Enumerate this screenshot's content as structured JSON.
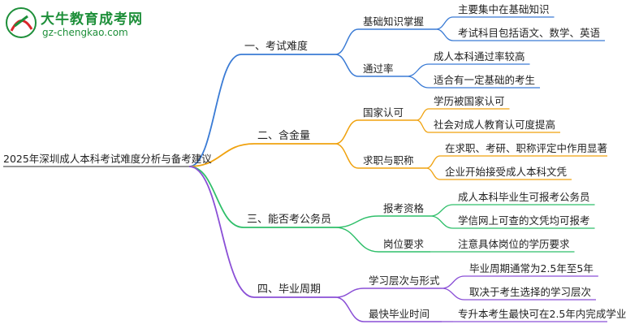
{
  "logo": {
    "title": "大牛教育成考网",
    "url": "gz-chengkao.com",
    "badge_text": "大牛"
  },
  "colors": {
    "blue": "#3a7bd5",
    "orange": "#f0a20f",
    "green": "#2fbf6a",
    "purple": "#8a4fd6"
  },
  "root": "2025年深圳成人本科考试难度分析与备考建议",
  "branches": [
    {
      "label": "一、考试难度",
      "color": "blue",
      "children": [
        {
          "label": "基础知识掌握",
          "items": [
            "主要集中在基础知识",
            "考试科目包括语文、数学、英语"
          ]
        },
        {
          "label": "通过率",
          "items": [
            "成人本科通过率较高",
            "适合有一定基础的考生"
          ]
        }
      ]
    },
    {
      "label": "二、含金量",
      "color": "orange",
      "children": [
        {
          "label": "国家认可",
          "items": [
            "学历被国家认可",
            "社会对成人教育认可度提高"
          ]
        },
        {
          "label": "求职与职称",
          "items": [
            "在求职、考研、职称评定中作用显著",
            "企业开始接受成人本科文凭"
          ]
        }
      ]
    },
    {
      "label": "三、能否考公务员",
      "color": "green",
      "children": [
        {
          "label": "报考资格",
          "items": [
            "成人本科毕业生可报考公务员",
            "学信网上可查的文凭均可报考"
          ]
        },
        {
          "label": "岗位要求",
          "items": [
            "注意具体岗位的学历要求"
          ]
        }
      ]
    },
    {
      "label": "四、毕业周期",
      "color": "purple",
      "children": [
        {
          "label": "学习层次与形式",
          "items": [
            "毕业周期通常为2.5年至5年",
            "取决于考生选择的学习层次"
          ]
        },
        {
          "label": "最快毕业时间",
          "items": [
            "专升本考生最快可在2.5年内完成学业"
          ]
        }
      ]
    }
  ]
}
